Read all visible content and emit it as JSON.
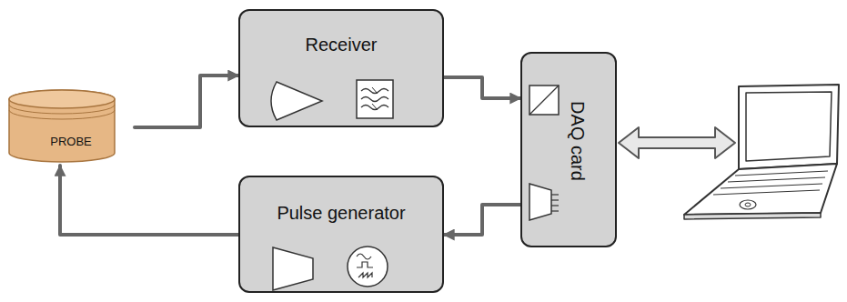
{
  "diagram": {
    "nodes": [
      {
        "text": [
          "PROBE"
        ]
      },
      {
        "text": [
          "Receiver"
        ]
      },
      {
        "text": [
          "DAQ card"
        ]
      },
      {
        "text": [
          "Pulse generator"
        ]
      }
    ],
    "edges": [
      {
        "from": 0,
        "to": 1,
        "arrow": "to"
      },
      {
        "from": 1,
        "to": 2,
        "arrow": "to"
      },
      {
        "from": 2,
        "to": 3,
        "arrow": "to"
      },
      {
        "from": 3,
        "to": 0,
        "arrow": "to"
      }
    ]
  }
}
